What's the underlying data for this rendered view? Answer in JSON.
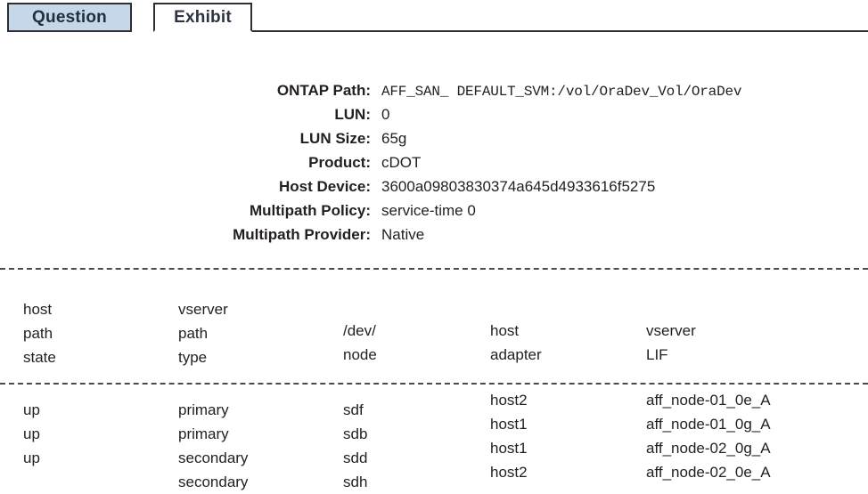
{
  "tabs": [
    {
      "id": "question",
      "label": "Question",
      "active": false,
      "bg": "#c6d7e9"
    },
    {
      "id": "exhibit",
      "label": "Exhibit",
      "active": true,
      "bg": "#ffffff"
    }
  ],
  "details": [
    {
      "label": "ONTAP Path:",
      "value": "AFF_SAN_ DEFAULT_SVM:/vol/OraDev_Vol/OraDev",
      "mono": true
    },
    {
      "label": "LUN:",
      "value": "0",
      "mono": false
    },
    {
      "label": "LUN Size:",
      "value": "65g",
      "mono": false
    },
    {
      "label": "Product:",
      "value": "cDOT",
      "mono": false
    },
    {
      "label": "Host Device:",
      "value": "3600a09803830374a645d4933616f5275",
      "mono": false
    },
    {
      "label": "Multipath Policy:",
      "value": "service-time 0",
      "mono": false
    },
    {
      "label": "Multipath Provider:",
      "value": "Native",
      "mono": false
    }
  ],
  "path_table": {
    "headers": {
      "state": [
        "host",
        "path",
        "state"
      ],
      "type": [
        "vserver",
        "path",
        "type"
      ],
      "node": [
        "/dev/",
        "node"
      ],
      "adapter": [
        "host",
        "adapter"
      ],
      "lif": [
        "vserver",
        "LIF"
      ]
    },
    "rows": [
      {
        "state": "up",
        "type": "primary",
        "node": "sdf",
        "adapter": "host2",
        "lif": "aff_node-01_0e_A"
      },
      {
        "state": "up",
        "type": "primary",
        "node": "sdb",
        "adapter": "host1",
        "lif": "aff_node-01_0g_A"
      },
      {
        "state": "up",
        "type": "secondary",
        "node": "sdd",
        "adapter": "host1",
        "lif": "aff_node-02_0g_A"
      },
      {
        "state": "",
        "type": "secondary",
        "node": "sdh",
        "adapter": "host2",
        "lif": "aff_node-02_0e_A"
      }
    ]
  },
  "colors": {
    "tab_active_text": "#2b3440",
    "tab_inactive_bg": "#c6d7e9",
    "border": "#2d2f35",
    "text": "#231f20",
    "divider": "#4a4a4a"
  }
}
